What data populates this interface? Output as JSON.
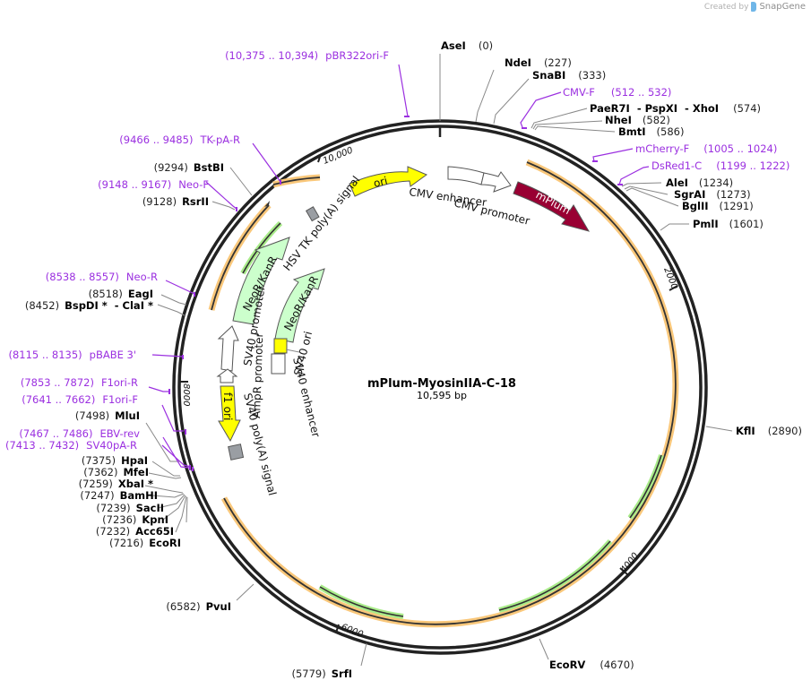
{
  "credit": {
    "prefix": "Created by",
    "brand": "SnapGene"
  },
  "plasmid": {
    "name": "mPlum-MyosinIIA-C-18",
    "length_label": "10,595 bp",
    "length": 10595
  },
  "ticks": [
    {
      "pos": 2000,
      "label": "2000"
    },
    {
      "pos": 4000,
      "label": "4000"
    },
    {
      "pos": 6000,
      "label": "6000"
    },
    {
      "pos": 8000,
      "label": "8000"
    },
    {
      "pos": 10000,
      "label": "10,000"
    }
  ],
  "sites": [
    {
      "name": "AseI",
      "pos": "(0)"
    },
    {
      "name": "NdeI",
      "pos": "(227)"
    },
    {
      "name": "SnaBI",
      "pos": "(333)"
    },
    {
      "name": "PaeR7I  - PspXI  - XhoI",
      "pos": "(574)"
    },
    {
      "name": "NheI",
      "pos": "(582)"
    },
    {
      "name": "BmtI",
      "pos": "(586)"
    },
    {
      "name": "AleI",
      "pos": "(1234)"
    },
    {
      "name": "SgrAI",
      "pos": "(1273)"
    },
    {
      "name": "BglII",
      "pos": "(1291)"
    },
    {
      "name": "PmlI",
      "pos": "(1601)"
    },
    {
      "name": "KflI",
      "pos": "(2890)"
    },
    {
      "name": "EcoRV",
      "pos": "(4670)"
    },
    {
      "name": "SrfI",
      "pos": "(5779)"
    },
    {
      "name": "PvuI",
      "pos": "(6582)"
    },
    {
      "name": "EcoRI",
      "pos": "(7216)"
    },
    {
      "name": "Acc65I",
      "pos": "(7232)"
    },
    {
      "name": "KpnI",
      "pos": "(7236)"
    },
    {
      "name": "SacII",
      "pos": "(7239)"
    },
    {
      "name": "BamHI",
      "pos": "(7247)"
    },
    {
      "name": "XbaI *",
      "pos": "(7259)"
    },
    {
      "name": "MfeI",
      "pos": "(7362)"
    },
    {
      "name": "HpaI",
      "pos": "(7375)"
    },
    {
      "name": "MluI",
      "pos": "(7498)"
    },
    {
      "name": "BspDI *  - ClaI *",
      "pos": "(8452)"
    },
    {
      "name": "EagI",
      "pos": "(8518)"
    },
    {
      "name": "RsrII",
      "pos": "(9128)"
    },
    {
      "name": "BstBI",
      "pos": "(9294)"
    }
  ],
  "primers": [
    {
      "name": "CMV-F",
      "range": "(512 .. 532)"
    },
    {
      "name": "mCherry-F",
      "range": "(1005 .. 1024)"
    },
    {
      "name": "DsRed1-C",
      "range": "(1199 .. 1222)"
    },
    {
      "name": "SV40pA-R",
      "range": "(7413 .. 7432)"
    },
    {
      "name": "EBV-rev",
      "range": "(7467 .. 7486)"
    },
    {
      "name": "F1ori-F",
      "range": "(7641 .. 7662)"
    },
    {
      "name": "F1ori-R",
      "range": "(7853 .. 7872)"
    },
    {
      "name": "pBABE 3'",
      "range": "(8115 .. 8135)"
    },
    {
      "name": "Neo-R",
      "range": "(8538 .. 8557)"
    },
    {
      "name": "Neo-F",
      "range": "(9148 .. 9167)"
    },
    {
      "name": "TK-pA-R",
      "range": "(9466 .. 9485)"
    },
    {
      "name": "pBR322ori-F",
      "range": "(10,375 .. 10,394)"
    }
  ],
  "features": [
    {
      "name": "ori",
      "color": "#ffff00"
    },
    {
      "name": "CMV enhancer",
      "color": "#ffffff"
    },
    {
      "name": "CMV promoter",
      "color": "#ffffff"
    },
    {
      "name": "mPlum",
      "color": "#990033"
    },
    {
      "name": "HSV TK poly(A) signal",
      "color": "#999999"
    },
    {
      "name": "NeoR/KanR",
      "color": "#ccffcc"
    },
    {
      "name": "SV40 promoter",
      "color": "#ffffff"
    },
    {
      "name": "AmpR promoter",
      "color": "#ffffff"
    },
    {
      "name": "f1 ori",
      "color": "#ffff00"
    },
    {
      "name": "SV40 poly(A) signal",
      "color": "#999999"
    },
    {
      "name": "SV40 ori",
      "color": "#ffff00"
    },
    {
      "name": "SV40 enhancer",
      "color": "#ffffff"
    }
  ],
  "colors": {
    "backbone": "#222222",
    "orf": "#f5b041",
    "orf_green": "#7ed957",
    "primer": "#9b30e0",
    "site_line": "#888888"
  }
}
